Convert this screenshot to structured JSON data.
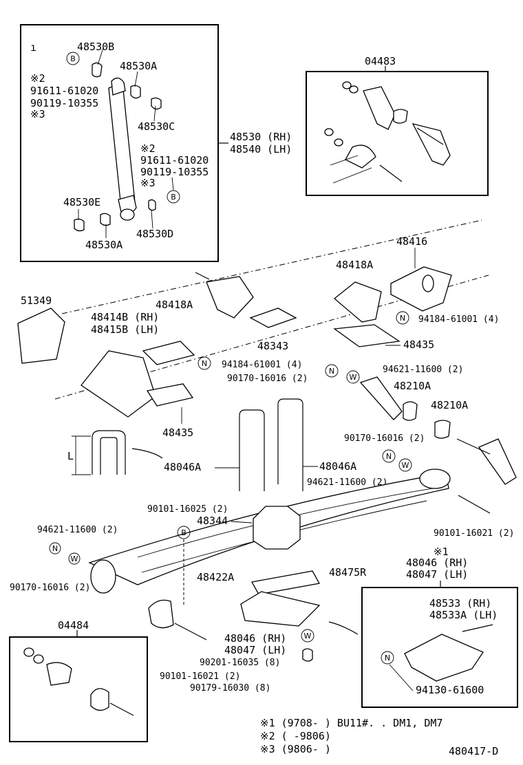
{
  "parts": {
    "p48530B": "48530B",
    "p48530A_top": "48530A",
    "ref1_top": "※2",
    "p91611_top": "91611-61020",
    "p90119_top": "90119-10355",
    "ref3_top": "※3",
    "p48530C": "48530C",
    "ref2_mid": "※2",
    "p91611_mid": "91611-61020",
    "p90119_mid": "90119-10355",
    "ref3_mid": "※3",
    "p48530E": "48530E",
    "p48530D": "48530D",
    "p48530A_bot": "48530A",
    "p48530": "48530 (RH)",
    "p48540": "48540 (LH)",
    "p04483": "04483",
    "p48416": "48416",
    "p48418A_r": "48418A",
    "p51349": "51349",
    "p48418A_l": "48418A",
    "p48414B": "48414B (RH)",
    "p48415B": "48415B (LH)",
    "p94184_r": "94184-61001 (4)",
    "p48343": "48343",
    "p48435_r": "48435",
    "p94184_l": "94184-61001 (4)",
    "p90170_a": "90170-16016 (2)",
    "p94621_a": "94621-11600 (2)",
    "p48210A_a": "48210A",
    "p48210A_b": "48210A",
    "p48435_l": "48435",
    "p90170_b": "90170-16016 (2)",
    "p48046A_l": "48046A",
    "p48046A_r": "48046A",
    "p94621_b": "94621-11600 (2)",
    "p90101_a": "90101-16025 (2)",
    "p48344": "48344",
    "p90101_b": "90101-16021 (2)",
    "p94621_c": "94621-11600 (2)",
    "p90170_c": "90170-16016 (2)",
    "ref1_c": "※1",
    "p48046_c": "48046 (RH)",
    "p48047_c": "48047 (LH)",
    "p48422A": "48422A",
    "p48475R": "48475R",
    "p04484": "04484",
    "p48533": "48533 (RH)",
    "p48533A": "48533A (LH)",
    "p48046_b": "48046 (RH)",
    "p48047_b": "48047 (LH)",
    "p90201": "90201-16035 (8)",
    "p94130": "94130-61600",
    "p90101_c": "90101-16021 (2)",
    "p90179": "90179-16030 (8)",
    "dim_L": "L",
    "tick": "ı"
  },
  "badges": {
    "B": "B",
    "N": "N",
    "W": "W"
  },
  "footnotes": {
    "f1": "※1 (9708-      ) BU11#. . DM1, DM7",
    "f2": "※2 (      -9806)",
    "f3": "※3 (9806-      )"
  },
  "diagram_code": "480417-D"
}
